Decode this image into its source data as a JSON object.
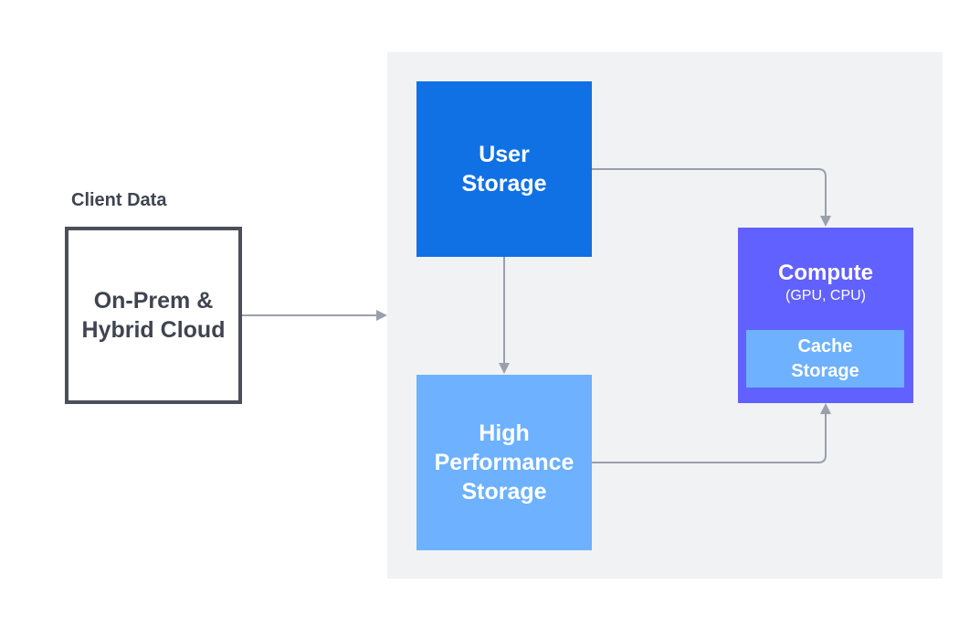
{
  "client": {
    "heading": "Client Data",
    "box_line1": "On-Prem &",
    "box_line2": "Hybrid Cloud"
  },
  "user_storage": {
    "line1": "User",
    "line2": "Storage"
  },
  "hp_storage": {
    "line1": "High",
    "line2": "Performance",
    "line3": "Storage"
  },
  "compute": {
    "title": "Compute",
    "subtitle": "(GPU, CPU)"
  },
  "cache": {
    "line1": "Cache",
    "line2": "Storage"
  },
  "colors": {
    "user_storage": "#1071e5",
    "hp_storage": "#6db1ff",
    "compute": "#6161ff",
    "cache": "#6db1ff",
    "region": "#f1f2f4",
    "connector": "#9aa0ab"
  }
}
